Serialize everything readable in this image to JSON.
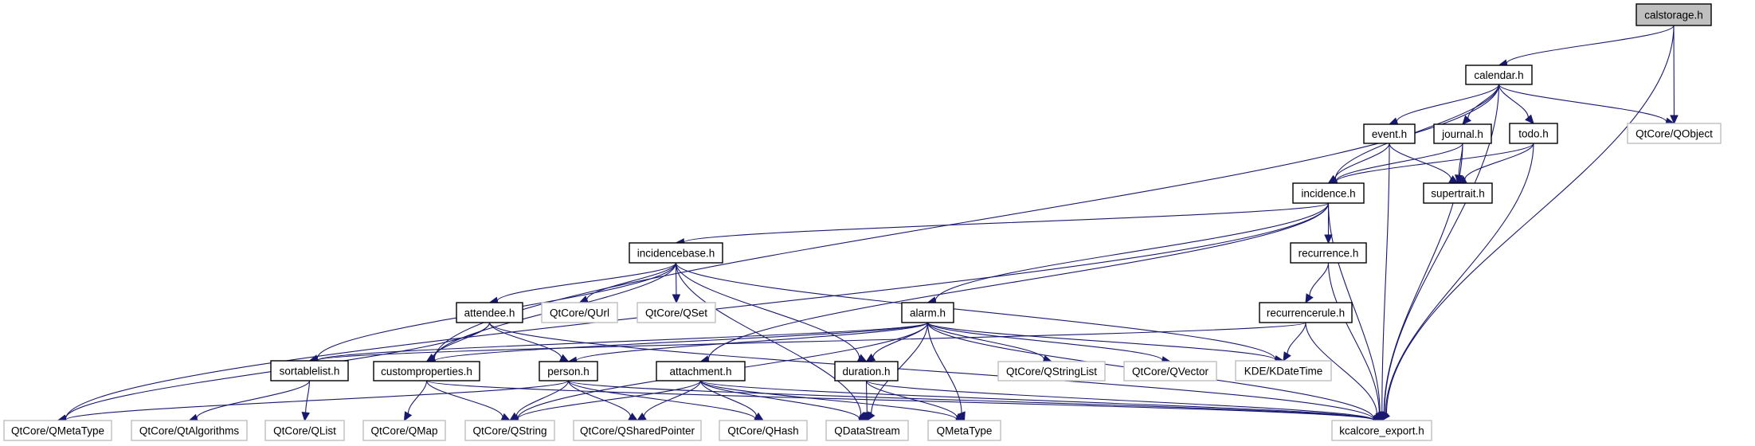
{
  "title": "calstorage.h include dependency graph",
  "colors": {
    "edge": "#191970",
    "internal_border": "#000000",
    "external_border": "#bfbfbf",
    "root_fill": "#bfbfbf"
  },
  "nodes": [
    {
      "id": "calstorage",
      "label": "calstorage.h",
      "kind": "root"
    },
    {
      "id": "calendar",
      "label": "calendar.h",
      "kind": "internal"
    },
    {
      "id": "qobject",
      "label": "QtCore/QObject",
      "kind": "external"
    },
    {
      "id": "event",
      "label": "event.h",
      "kind": "internal"
    },
    {
      "id": "journal",
      "label": "journal.h",
      "kind": "internal"
    },
    {
      "id": "todo",
      "label": "todo.h",
      "kind": "internal"
    },
    {
      "id": "incidence",
      "label": "incidence.h",
      "kind": "internal"
    },
    {
      "id": "supertrait",
      "label": "supertrait.h",
      "kind": "internal"
    },
    {
      "id": "incidencebase",
      "label": "incidencebase.h",
      "kind": "internal"
    },
    {
      "id": "recurrence",
      "label": "recurrence.h",
      "kind": "internal"
    },
    {
      "id": "recurrencerule",
      "label": "recurrencerule.h",
      "kind": "internal"
    },
    {
      "id": "attendee",
      "label": "attendee.h",
      "kind": "internal"
    },
    {
      "id": "qurl",
      "label": "QtCore/QUrl",
      "kind": "external"
    },
    {
      "id": "qset",
      "label": "QtCore/QSet",
      "kind": "external"
    },
    {
      "id": "alarm",
      "label": "alarm.h",
      "kind": "internal"
    },
    {
      "id": "sortablelist",
      "label": "sortablelist.h",
      "kind": "internal"
    },
    {
      "id": "customproperties",
      "label": "customproperties.h",
      "kind": "internal"
    },
    {
      "id": "person",
      "label": "person.h",
      "kind": "internal"
    },
    {
      "id": "attachment",
      "label": "attachment.h",
      "kind": "internal"
    },
    {
      "id": "duration",
      "label": "duration.h",
      "kind": "internal"
    },
    {
      "id": "qstringlist",
      "label": "QtCore/QStringList",
      "kind": "external"
    },
    {
      "id": "qvector",
      "label": "QtCore/QVector",
      "kind": "external"
    },
    {
      "id": "kdatetime",
      "label": "KDE/KDateTime",
      "kind": "external"
    },
    {
      "id": "qtqmetatype",
      "label": "QtCore/QMetaType",
      "kind": "external"
    },
    {
      "id": "qtalgorithms",
      "label": "QtCore/QtAlgorithms",
      "kind": "external"
    },
    {
      "id": "qlist",
      "label": "QtCore/QList",
      "kind": "external"
    },
    {
      "id": "qmap",
      "label": "QtCore/QMap",
      "kind": "external"
    },
    {
      "id": "qstring",
      "label": "QtCore/QString",
      "kind": "external"
    },
    {
      "id": "qsharedpointer",
      "label": "QtCore/QSharedPointer",
      "kind": "external"
    },
    {
      "id": "qhash",
      "label": "QtCore/QHash",
      "kind": "external"
    },
    {
      "id": "qdatastream",
      "label": "QDataStream",
      "kind": "external"
    },
    {
      "id": "qmetatype",
      "label": "QMetaType",
      "kind": "external"
    },
    {
      "id": "kcalcore_export",
      "label": "kcalcore_export.h",
      "kind": "external"
    }
  ],
  "edges": [
    [
      "calstorage",
      "calendar"
    ],
    [
      "calstorage",
      "qobject"
    ],
    [
      "calstorage",
      "kcalcore_export"
    ],
    [
      "calendar",
      "customproperties"
    ],
    [
      "calendar",
      "incidence"
    ],
    [
      "calendar",
      "event"
    ],
    [
      "calendar",
      "journal"
    ],
    [
      "calendar",
      "todo"
    ],
    [
      "calendar",
      "qobject"
    ],
    [
      "calendar",
      "kcalcore_export"
    ],
    [
      "event",
      "incidence"
    ],
    [
      "event",
      "supertrait"
    ],
    [
      "event",
      "kcalcore_export"
    ],
    [
      "journal",
      "incidence"
    ],
    [
      "journal",
      "supertrait"
    ],
    [
      "journal",
      "kcalcore_export"
    ],
    [
      "todo",
      "incidence"
    ],
    [
      "todo",
      "supertrait"
    ],
    [
      "todo",
      "kcalcore_export"
    ],
    [
      "incidence",
      "incidencebase"
    ],
    [
      "incidence",
      "alarm"
    ],
    [
      "incidence",
      "attachment"
    ],
    [
      "incidence",
      "recurrence"
    ],
    [
      "incidence",
      "qtqmetatype"
    ],
    [
      "incidence",
      "kcalcore_export"
    ],
    [
      "incidencebase",
      "customproperties"
    ],
    [
      "incidencebase",
      "attendee"
    ],
    [
      "incidencebase",
      "sortablelist"
    ],
    [
      "incidencebase",
      "qurl"
    ],
    [
      "incidencebase",
      "qset"
    ],
    [
      "incidencebase",
      "duration"
    ],
    [
      "incidencebase",
      "kdatetime"
    ],
    [
      "incidencebase",
      "qdatastream"
    ],
    [
      "recurrence",
      "recurrencerule"
    ],
    [
      "recurrence",
      "kcalcore_export"
    ],
    [
      "recurrencerule",
      "sortablelist"
    ],
    [
      "recurrencerule",
      "kdatetime"
    ],
    [
      "recurrencerule",
      "kcalcore_export"
    ],
    [
      "attendee",
      "customproperties"
    ],
    [
      "attendee",
      "person"
    ],
    [
      "attendee",
      "qtqmetatype"
    ],
    [
      "attendee",
      "kcalcore_export"
    ],
    [
      "alarm",
      "customproperties"
    ],
    [
      "alarm",
      "duration"
    ],
    [
      "alarm",
      "person"
    ],
    [
      "alarm",
      "sortablelist"
    ],
    [
      "alarm",
      "qstring"
    ],
    [
      "alarm",
      "qstringlist"
    ],
    [
      "alarm",
      "qvector"
    ],
    [
      "alarm",
      "kdatetime"
    ],
    [
      "alarm",
      "qdatastream"
    ],
    [
      "alarm",
      "qmetatype"
    ],
    [
      "alarm",
      "kcalcore_export"
    ],
    [
      "sortablelist",
      "qtalgorithms"
    ],
    [
      "sortablelist",
      "qlist"
    ],
    [
      "customproperties",
      "qmap"
    ],
    [
      "customproperties",
      "qstring"
    ],
    [
      "customproperties",
      "kcalcore_export"
    ],
    [
      "person",
      "qstring"
    ],
    [
      "person",
      "qsharedpointer"
    ],
    [
      "person",
      "qhash"
    ],
    [
      "person",
      "qtqmetatype"
    ],
    [
      "person",
      "kcalcore_export"
    ],
    [
      "attachment",
      "qstring"
    ],
    [
      "attachment",
      "qsharedpointer"
    ],
    [
      "attachment",
      "qhash"
    ],
    [
      "attachment",
      "qmetatype"
    ],
    [
      "attachment",
      "qdatastream"
    ],
    [
      "attachment",
      "kcalcore_export"
    ],
    [
      "duration",
      "qdatastream"
    ],
    [
      "duration",
      "qmetatype"
    ],
    [
      "duration",
      "kcalcore_export"
    ]
  ]
}
